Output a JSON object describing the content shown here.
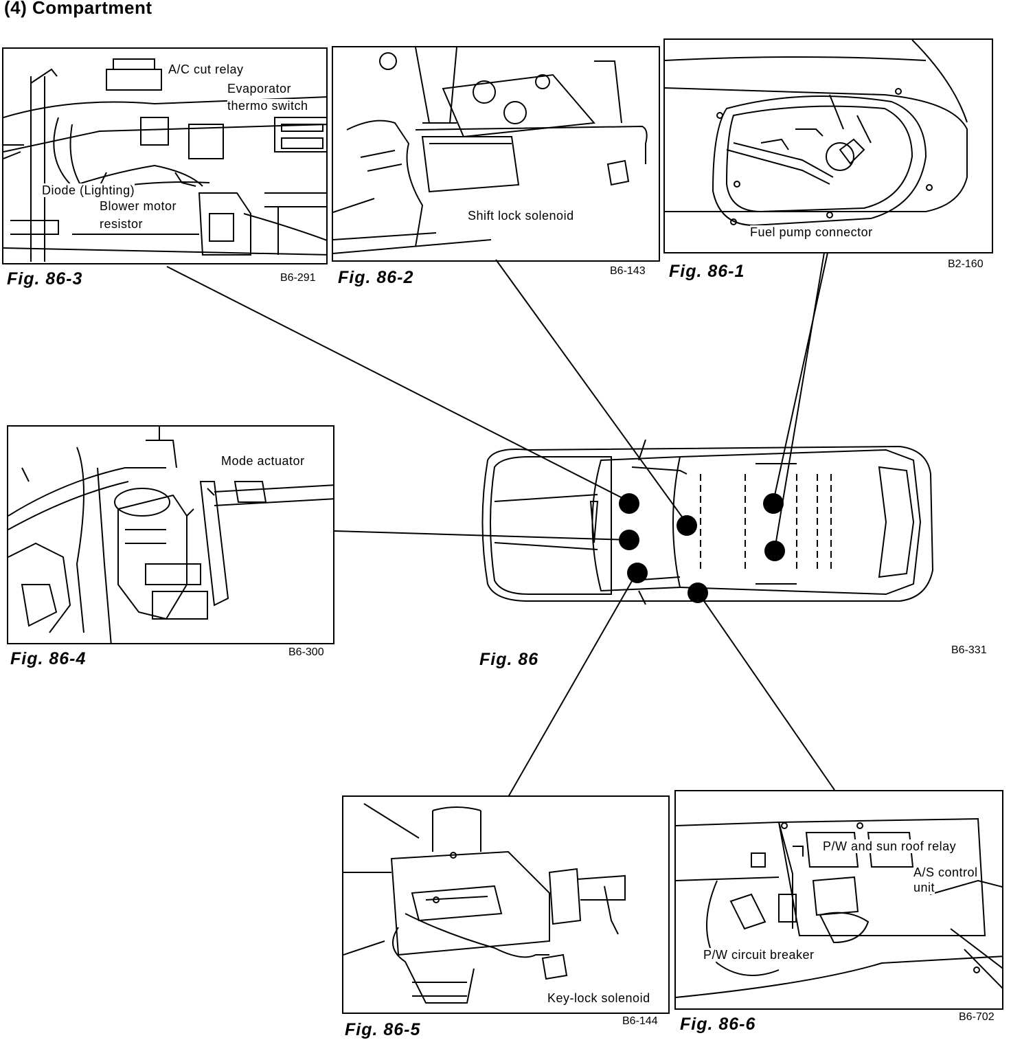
{
  "header": {
    "title": "(4)  Compartment"
  },
  "figures": {
    "fig86_1": {
      "caption": "Fig.  86-1",
      "code": "B2-160",
      "labels": {
        "fuel_pump_connector": "Fuel pump connector"
      }
    },
    "fig86_2": {
      "caption": "Fig.  86-2",
      "code": "B6-143",
      "labels": {
        "shift_lock_solenoid": "Shift lock solenoid"
      }
    },
    "fig86_3": {
      "caption": "Fig.  86-3",
      "code": "B6-291",
      "labels": {
        "ac_cut_relay": "A/C cut relay",
        "evaporator_line1": "Evaporator",
        "evaporator_line2": "thermo switch",
        "diode": "Diode (Lighting)",
        "blower_line1": "Blower motor",
        "blower_line2": "resistor"
      }
    },
    "fig86_4": {
      "caption": "Fig.  86-4",
      "code": "B6-300",
      "labels": {
        "mode_actuator": "Mode actuator"
      }
    },
    "fig86_5": {
      "caption": "Fig.  86-5",
      "code": "B6-144",
      "labels": {
        "key_lock_solenoid": "Key-lock solenoid"
      }
    },
    "fig86_6": {
      "caption": "Fig.  86-6",
      "code": "B6-702",
      "labels": {
        "pw_sunroof_relay": "P/W and sun roof relay",
        "as_control_line1": "A/S control",
        "as_control_line2": "unit",
        "pw_circuit_breaker": "P/W circuit breaker"
      }
    },
    "fig86": {
      "caption": "Fig.  86",
      "code": "B6-331"
    }
  }
}
